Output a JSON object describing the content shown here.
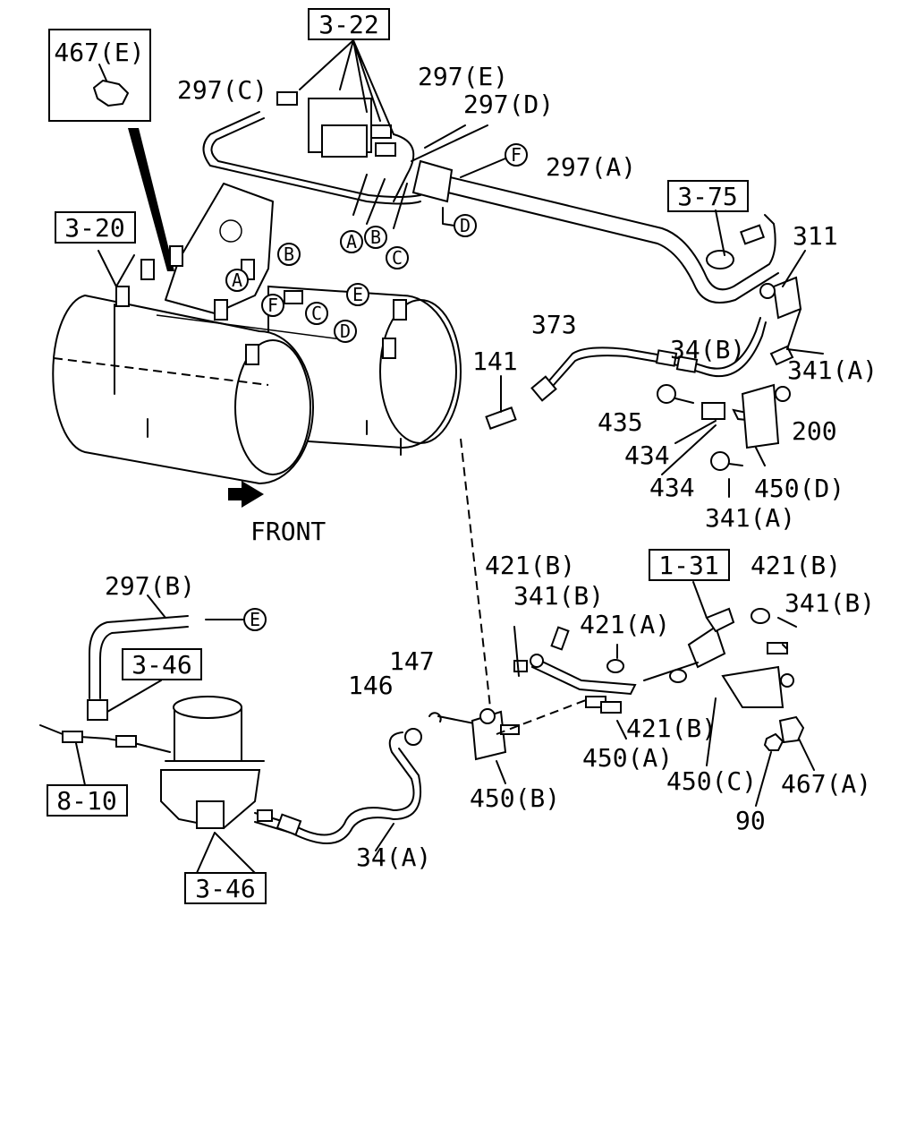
{
  "diagram": {
    "front_label": "FRONT",
    "box_refs": {
      "r_467e": "467(E)",
      "r_3_22": "3-22",
      "r_3_20": "3-20",
      "r_3_75": "3-75",
      "r_1_31": "1-31",
      "r_3_46_top": "3-46",
      "r_8_10": "8-10",
      "r_3_46_bottom": "3-46"
    },
    "part_labels": {
      "p297c": "297(C)",
      "p297e": "297(E)",
      "p297d": "297(D)",
      "p297a": "297(A)",
      "p311": "311",
      "p373": "373",
      "p34b": "34(B)",
      "p341a_1": "341(A)",
      "p141": "141",
      "p435": "435",
      "p200": "200",
      "p434_1": "434",
      "p434_2": "434",
      "p450d": "450(D)",
      "p341a_2": "341(A)",
      "p297b": "297(B)",
      "p421b_1": "421(B)",
      "p341b_1": "341(B)",
      "p421a": "421(A)",
      "p421b_2": "421(B)",
      "p341b_2": "341(B)",
      "p147": "147",
      "p146": "146",
      "p421b_3": "421(B)",
      "p450a": "450(A)",
      "p450c": "450(C)",
      "p467a": "467(A)",
      "p450b": "450(B)",
      "p90": "90",
      "p34a": "34(A)"
    },
    "connectors": {
      "ca1": "A",
      "cb1": "B",
      "cc1": "C",
      "cd1": "D",
      "ca2": "A",
      "cb2": "B",
      "cc2": "C",
      "cd2": "D",
      "ce1": "E",
      "cf1": "F",
      "cf2": "F",
      "ce2": "E"
    }
  }
}
